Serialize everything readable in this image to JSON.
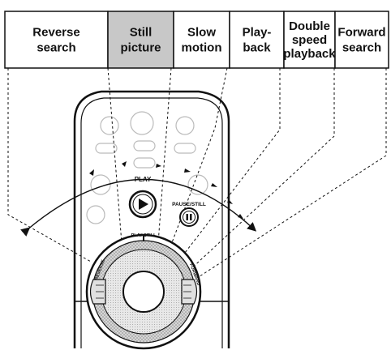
{
  "header": {
    "cells": [
      {
        "id": "reverse-search",
        "lines": [
          "Reverse",
          "search"
        ],
        "highlighted": false
      },
      {
        "id": "still-picture",
        "lines": [
          "Still",
          "picture"
        ],
        "highlighted": true
      },
      {
        "id": "slow-motion",
        "lines": [
          "Slow",
          "motion"
        ],
        "highlighted": false
      },
      {
        "id": "playback",
        "lines": [
          "Play-",
          "back"
        ],
        "highlighted": false
      },
      {
        "id": "double-speed-playback",
        "lines": [
          "Double",
          "speed",
          "playback"
        ],
        "highlighted": false
      },
      {
        "id": "forward-search",
        "lines": [
          "Forward",
          "search"
        ],
        "highlighted": false
      }
    ]
  },
  "remote": {
    "play_label": "PLAY",
    "pause_label": "PAUSE/STILL",
    "play_still_label": "PLAY STILL",
    "reverse_label": "REVERSE",
    "forward_label": "FORWARD"
  },
  "colors": {
    "ink": "#111111",
    "highlight": "#c8c8c8",
    "paper": "#ffffff"
  }
}
